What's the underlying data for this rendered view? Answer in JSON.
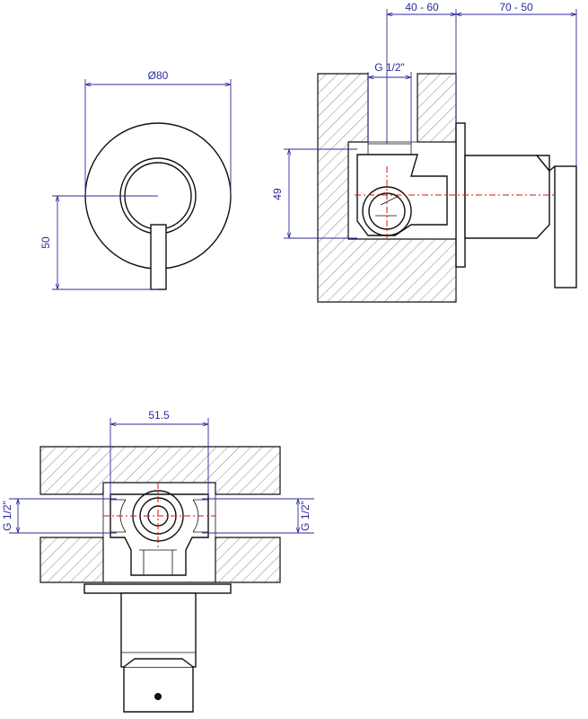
{
  "dimensions": {
    "front_diameter": "Ø80",
    "front_height": "50",
    "side_depth_min_max": "40 - 60",
    "side_protrusion": "70 - 50",
    "side_thread": "G 1/2\"",
    "side_height": "49",
    "bottom_width": "51.5",
    "bottom_thread_left": "G 1/2\"",
    "bottom_thread_right": "G 1/2\""
  },
  "colors": {
    "dimension": "#2b2b9a",
    "centerline": "#e01010",
    "outline": "#111111"
  }
}
